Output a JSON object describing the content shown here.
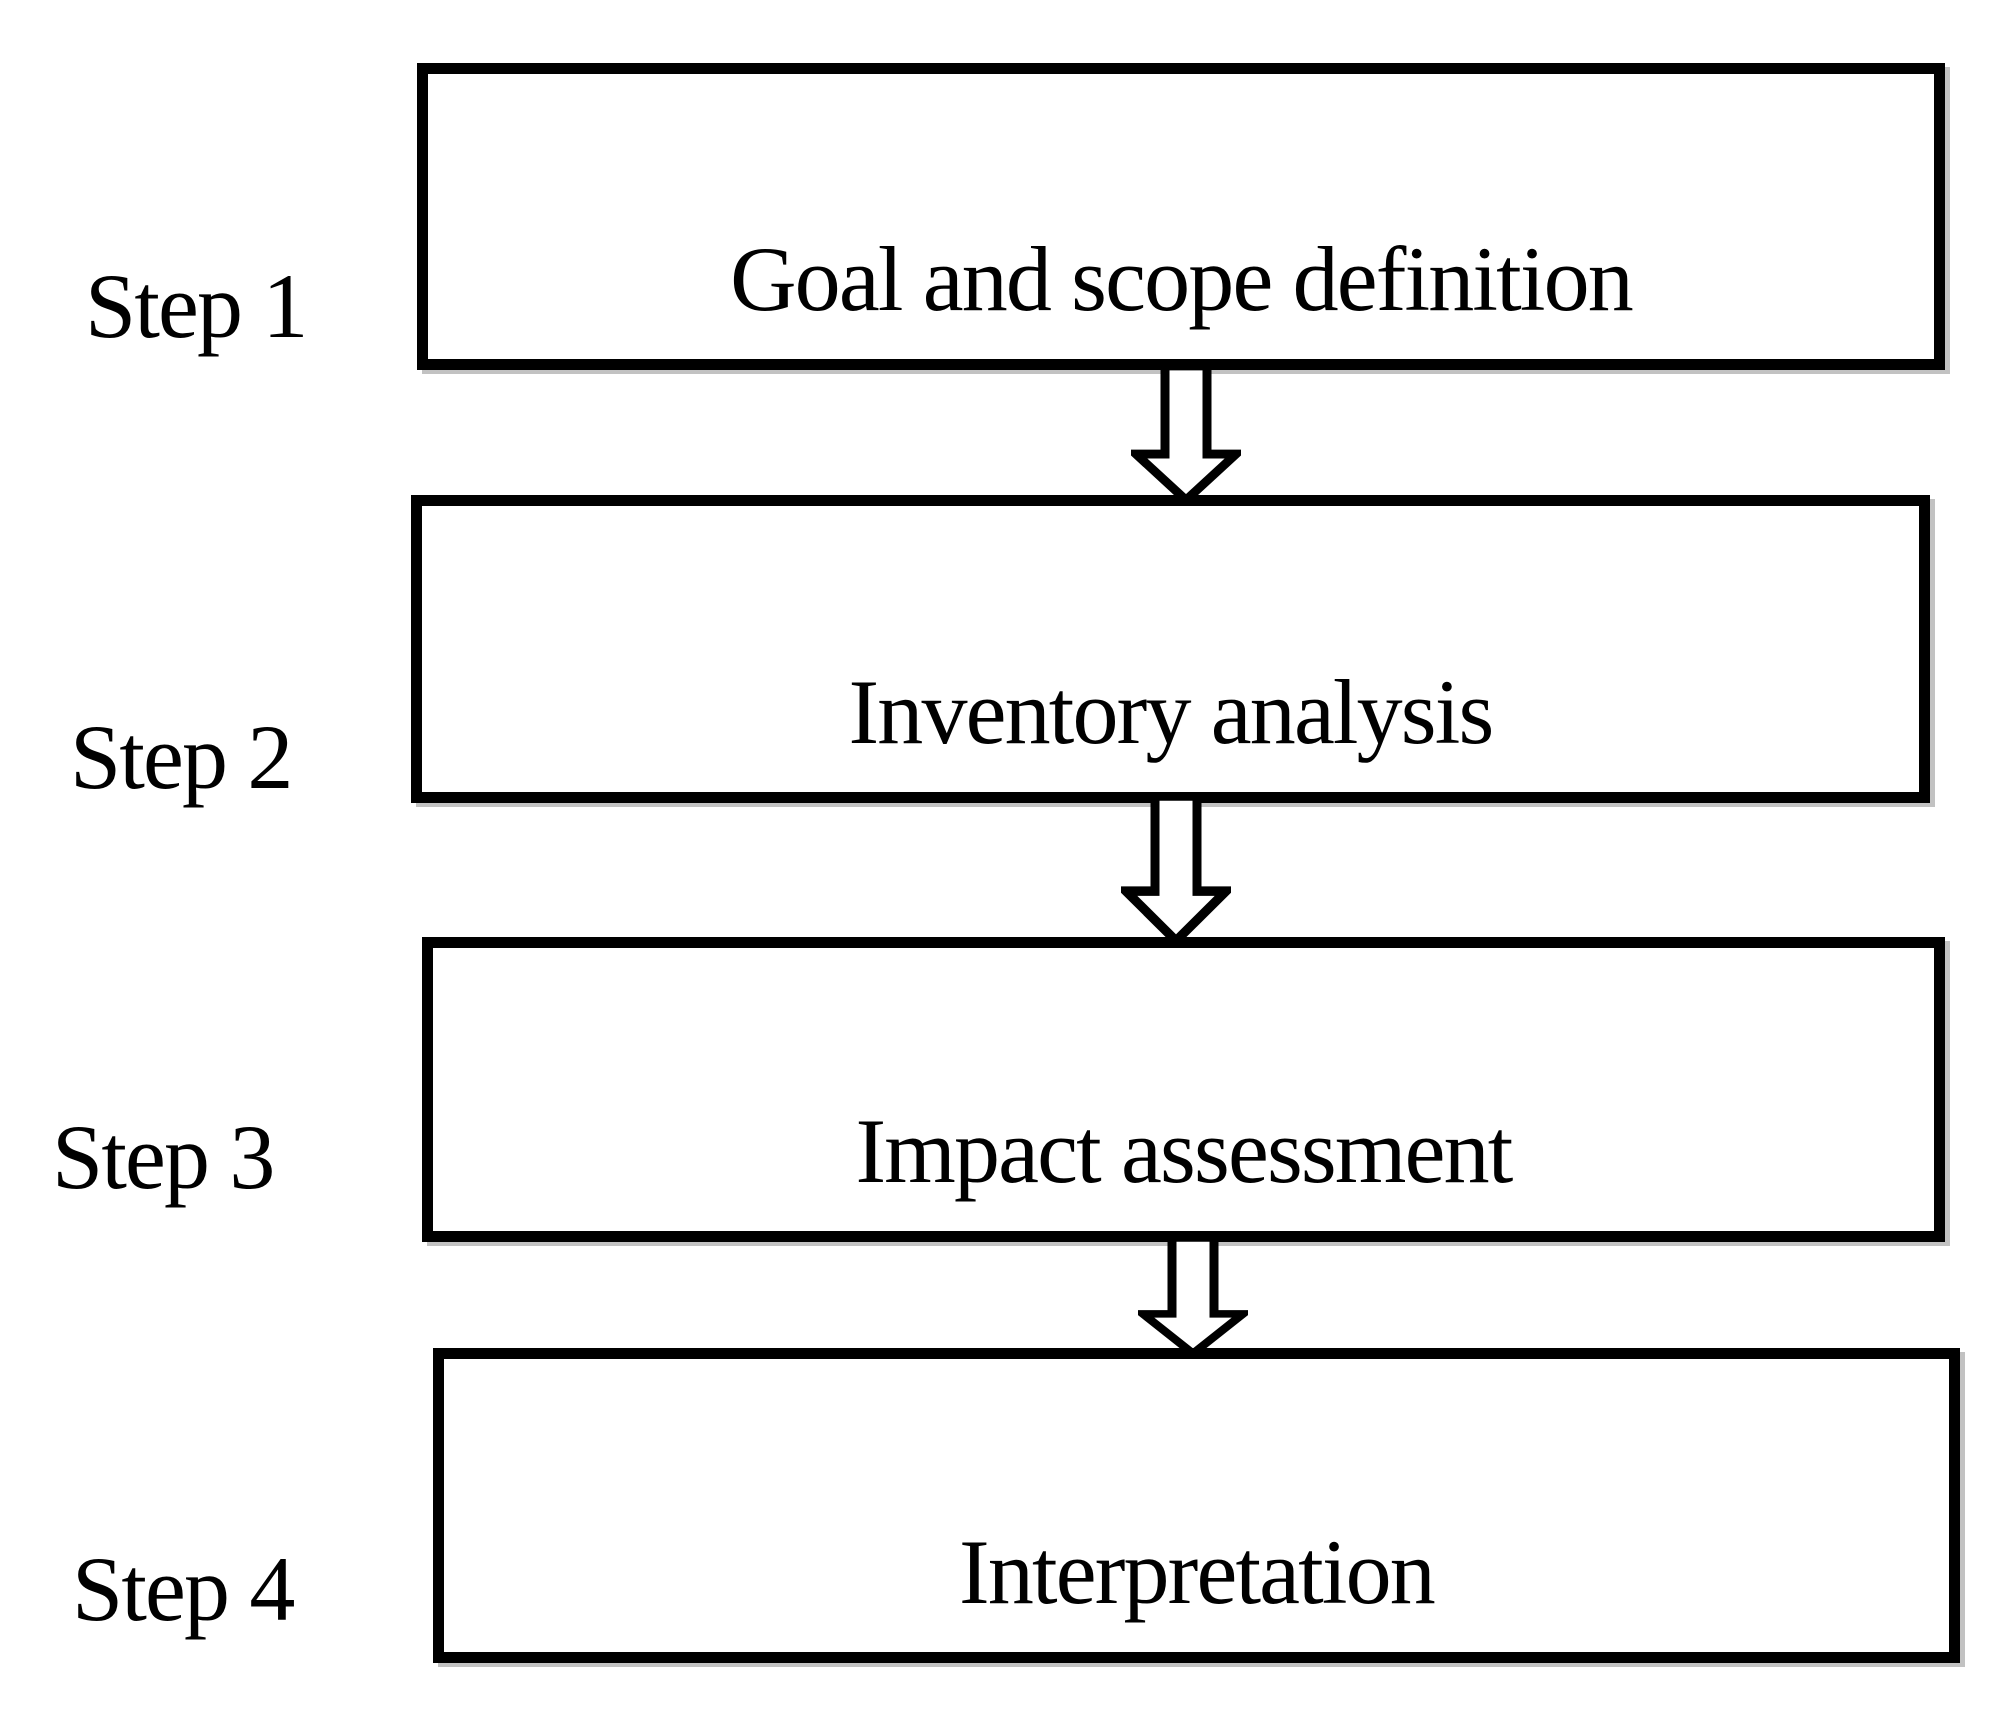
{
  "figure": {
    "type": "flowchart",
    "orientation": "vertical",
    "colors": {
      "background": "#ffffff",
      "border": "#000000",
      "text": "#000000",
      "shadow": "#c2c2c2"
    },
    "connector_icon": "down-arrow",
    "steps": [
      {
        "label": "Step 1",
        "title": "Goal and scope definition"
      },
      {
        "label": "Step 2",
        "title": "Inventory analysis"
      },
      {
        "label": "Step 3",
        "title": "Impact assessment"
      },
      {
        "label": "Step 4",
        "title": "Interpretation"
      }
    ]
  }
}
